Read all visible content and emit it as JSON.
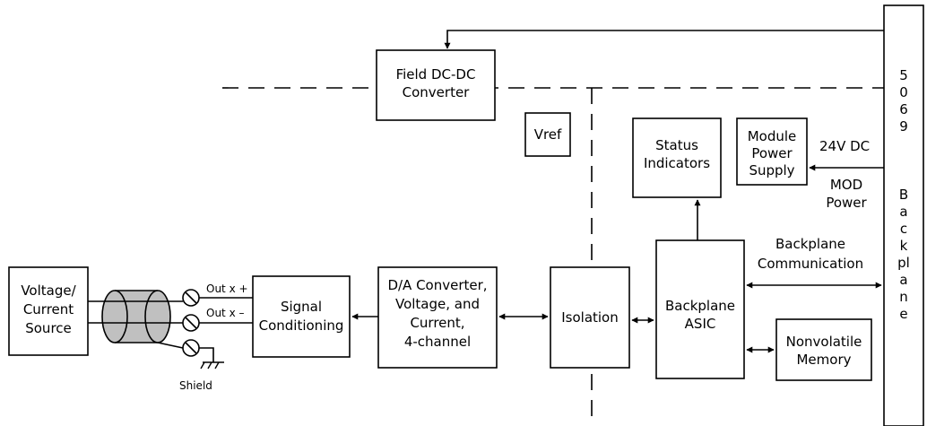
{
  "blocks": {
    "source": [
      "Voltage/",
      "Current",
      "Source"
    ],
    "signal_conditioning": [
      "Signal",
      "Conditioning"
    ],
    "da_converter": [
      "D/A Converter,",
      "Voltage, and",
      "Current,",
      "4-channel"
    ],
    "isolation": [
      "Isolation"
    ],
    "backplane_asic": [
      "Backplane",
      "ASIC"
    ],
    "nonvolatile_memory": [
      "Nonvolatile",
      "Memory"
    ],
    "status_indicators": [
      "Status",
      "Indicators"
    ],
    "module_power_supply": [
      "Module",
      "Power",
      "Supply"
    ],
    "field_dcdc": [
      "Field DC-DC",
      "Converter"
    ],
    "vref": [
      "Vref"
    ]
  },
  "terminals": {
    "out_plus": "Out x +",
    "out_minus": "Out x –",
    "shield": "Shield"
  },
  "labels": {
    "dc24v": "24V DC",
    "mod_power": [
      "MOD",
      "Power"
    ],
    "backplane_comm": [
      "Backplane",
      "Communication"
    ]
  },
  "backplane_bus": [
    "5",
    "0",
    "6",
    "9",
    "",
    "B",
    "a",
    "c",
    "k",
    "pl",
    "a",
    "n",
    "e"
  ]
}
